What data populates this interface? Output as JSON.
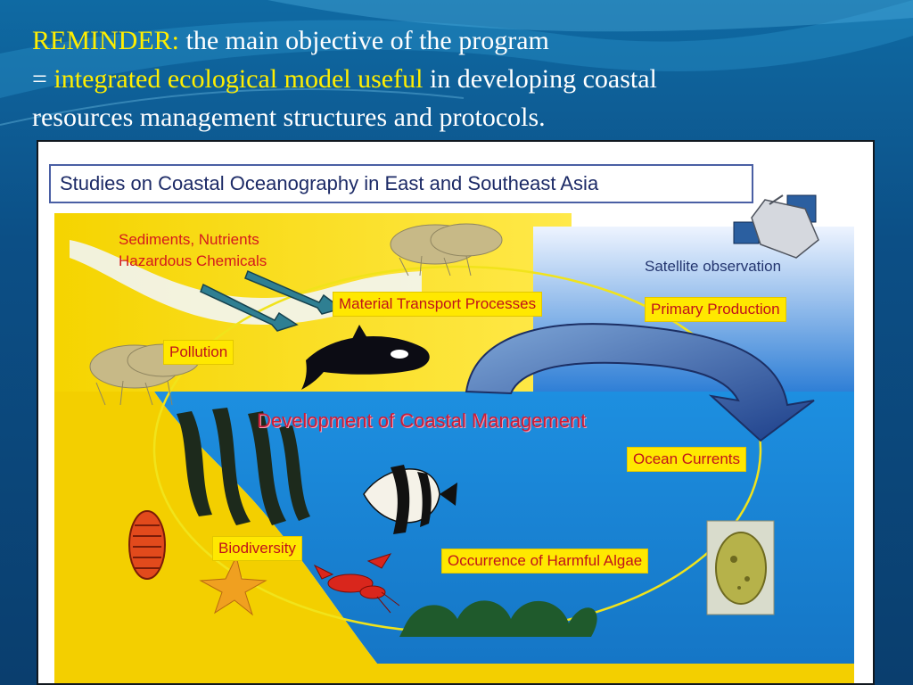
{
  "slide": {
    "heading": {
      "line1_prefix": "REMINDER:",
      "line1_rest": " the main objective of the program",
      "line2_prefix": "= ",
      "line2_highlight": "integrated ecological model useful",
      "line2_rest": " in developing coastal",
      "line3": "resources management structures and protocols."
    },
    "colors": {
      "background": "#0d4a7d",
      "heading_text": "#ffffff",
      "highlight_text": "#ffee00"
    }
  },
  "figure": {
    "title": "Studies on Coastal Oceanography in East and Southeast Asia",
    "labels": {
      "sediments": "Sediments, Nutrients",
      "hazardous": "Hazardous Chemicals",
      "material_transport": "Material Transport Processes",
      "primary_production": "Primary Production",
      "satellite": "Satellite observation",
      "pollution": "Pollution",
      "center": "Development of  Coastal Management",
      "ocean_currents": "Ocean Currents",
      "biodiversity": "Biodiversity",
      "harmful_algae": "Occurrence of Harmful Algae"
    },
    "icons": [
      "satellite-icon",
      "orca-icon",
      "angelfish-icon",
      "lobster-icon",
      "starfish-icon",
      "chiton-icon",
      "algae-cell-icon",
      "seaweed-icon",
      "mangrove-icon",
      "current-arrow-icon",
      "input-arrow-icon"
    ]
  }
}
